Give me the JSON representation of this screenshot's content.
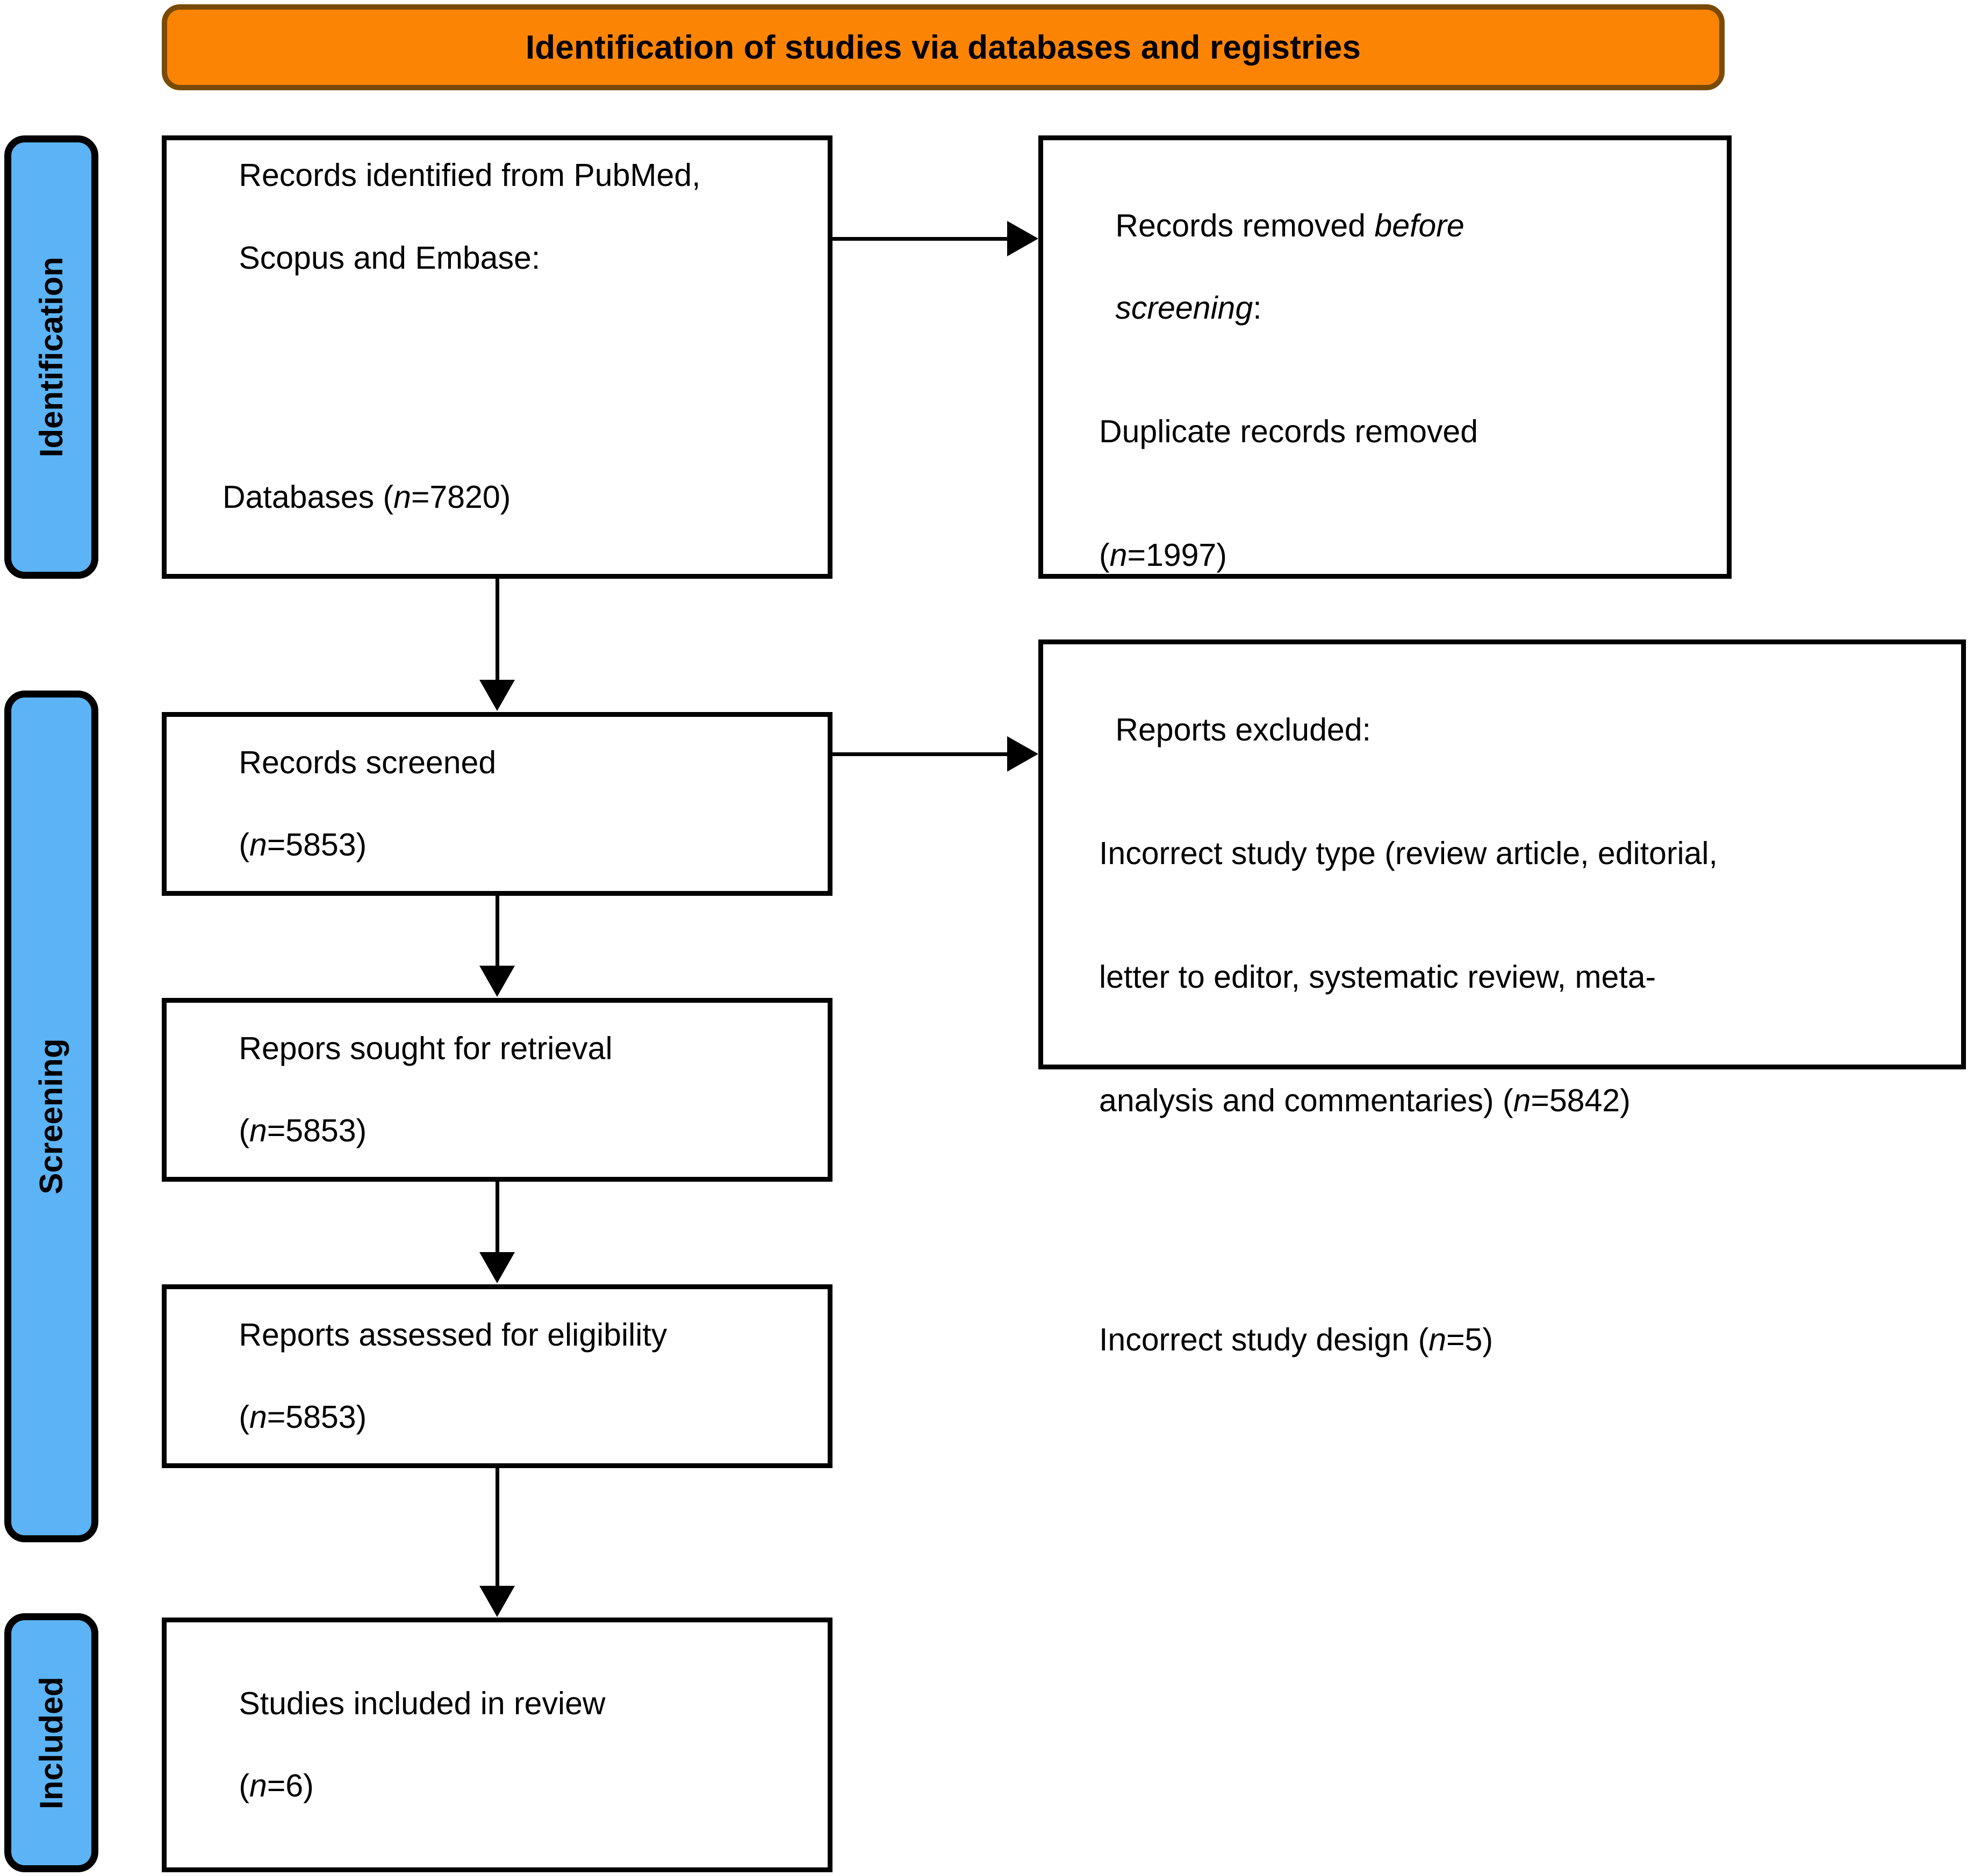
{
  "banner": {
    "title": "Identification of studies via databases and registries"
  },
  "stages": [
    {
      "id": "identification",
      "label": "Identification"
    },
    {
      "id": "screening",
      "label": "Screening"
    },
    {
      "id": "included",
      "label": "Included"
    }
  ],
  "boxes": {
    "identified": {
      "line1": "Records identified from PubMed,",
      "line2": "Scopus and Embase:",
      "line3_prefix": "Databases (",
      "line3_nvar": "n",
      "line3_suffix": "=7820)"
    },
    "removed": {
      "line1_prefix": "Records removed ",
      "line1_italic": "before",
      "line2_italic": "screening",
      "line2_suffix": ":",
      "line3": "Duplicate records removed",
      "line4_prefix": "(",
      "line4_nvar": "n",
      "line4_suffix": "=1997)"
    },
    "screened": {
      "line1": "Records screened",
      "line2_prefix": "(",
      "line2_nvar": "n",
      "line2_suffix": "=5853)"
    },
    "excluded": {
      "line1": "Reports excluded:",
      "line2": "Incorrect study type (review article, editorial,",
      "line3": "letter to editor, systematic review, meta-",
      "line4_prefix": "analysis and commentaries) (",
      "line4_nvar": "n",
      "line4_suffix": "=5842)",
      "line5_prefix": "Incorrect study design (",
      "line5_nvar": "n",
      "line5_suffix": "=5)"
    },
    "sought": {
      "line1": "Repors sought for retrieval",
      "line2_prefix": "(",
      "line2_nvar": "n",
      "line2_suffix": "=5853)"
    },
    "assessed": {
      "line1": "Reports assessed for eligibility",
      "line2_prefix": "(",
      "line2_nvar": "n",
      "line2_suffix": "=5853)"
    },
    "included": {
      "line1": "Studies included in review",
      "line2_prefix": "(",
      "line2_nvar": "n",
      "line2_suffix": "=6)"
    }
  },
  "colors": {
    "banner_fill": "#FC8404",
    "banner_border": "#7A4B06",
    "stage_fill": "#5CB3F5",
    "stroke": "#000000",
    "box_fill": "#FFFFFF"
  },
  "chart_data": {
    "type": "diagram",
    "title": "Identification of studies via databases and registries",
    "nodes": [
      {
        "id": "identified",
        "stage": "Identification",
        "label": "Records identified from PubMed, Scopus and Embase: Databases",
        "n": 7820
      },
      {
        "id": "removed",
        "stage": "Identification",
        "label": "Records removed before screening: Duplicate records removed",
        "n": 1997
      },
      {
        "id": "screened",
        "stage": "Screening",
        "label": "Records screened",
        "n": 5853
      },
      {
        "id": "excluded_type",
        "stage": "Screening",
        "label": "Reports excluded: Incorrect study type (review article, editorial, letter to editor, systematic review, meta-analysis and commentaries)",
        "n": 5842
      },
      {
        "id": "excluded_design",
        "stage": "Screening",
        "label": "Reports excluded: Incorrect study design",
        "n": 5
      },
      {
        "id": "sought",
        "stage": "Screening",
        "label": "Repors sought for retrieval",
        "n": 5853
      },
      {
        "id": "assessed",
        "stage": "Screening",
        "label": "Reports assessed for eligibility",
        "n": 5853
      },
      {
        "id": "included",
        "stage": "Included",
        "label": "Studies included in review",
        "n": 6
      }
    ],
    "edges": [
      {
        "from": "identified",
        "to": "removed"
      },
      {
        "from": "identified",
        "to": "screened"
      },
      {
        "from": "screened",
        "to": "excluded_type"
      },
      {
        "from": "screened",
        "to": "sought"
      },
      {
        "from": "sought",
        "to": "assessed"
      },
      {
        "from": "assessed",
        "to": "included"
      }
    ]
  }
}
